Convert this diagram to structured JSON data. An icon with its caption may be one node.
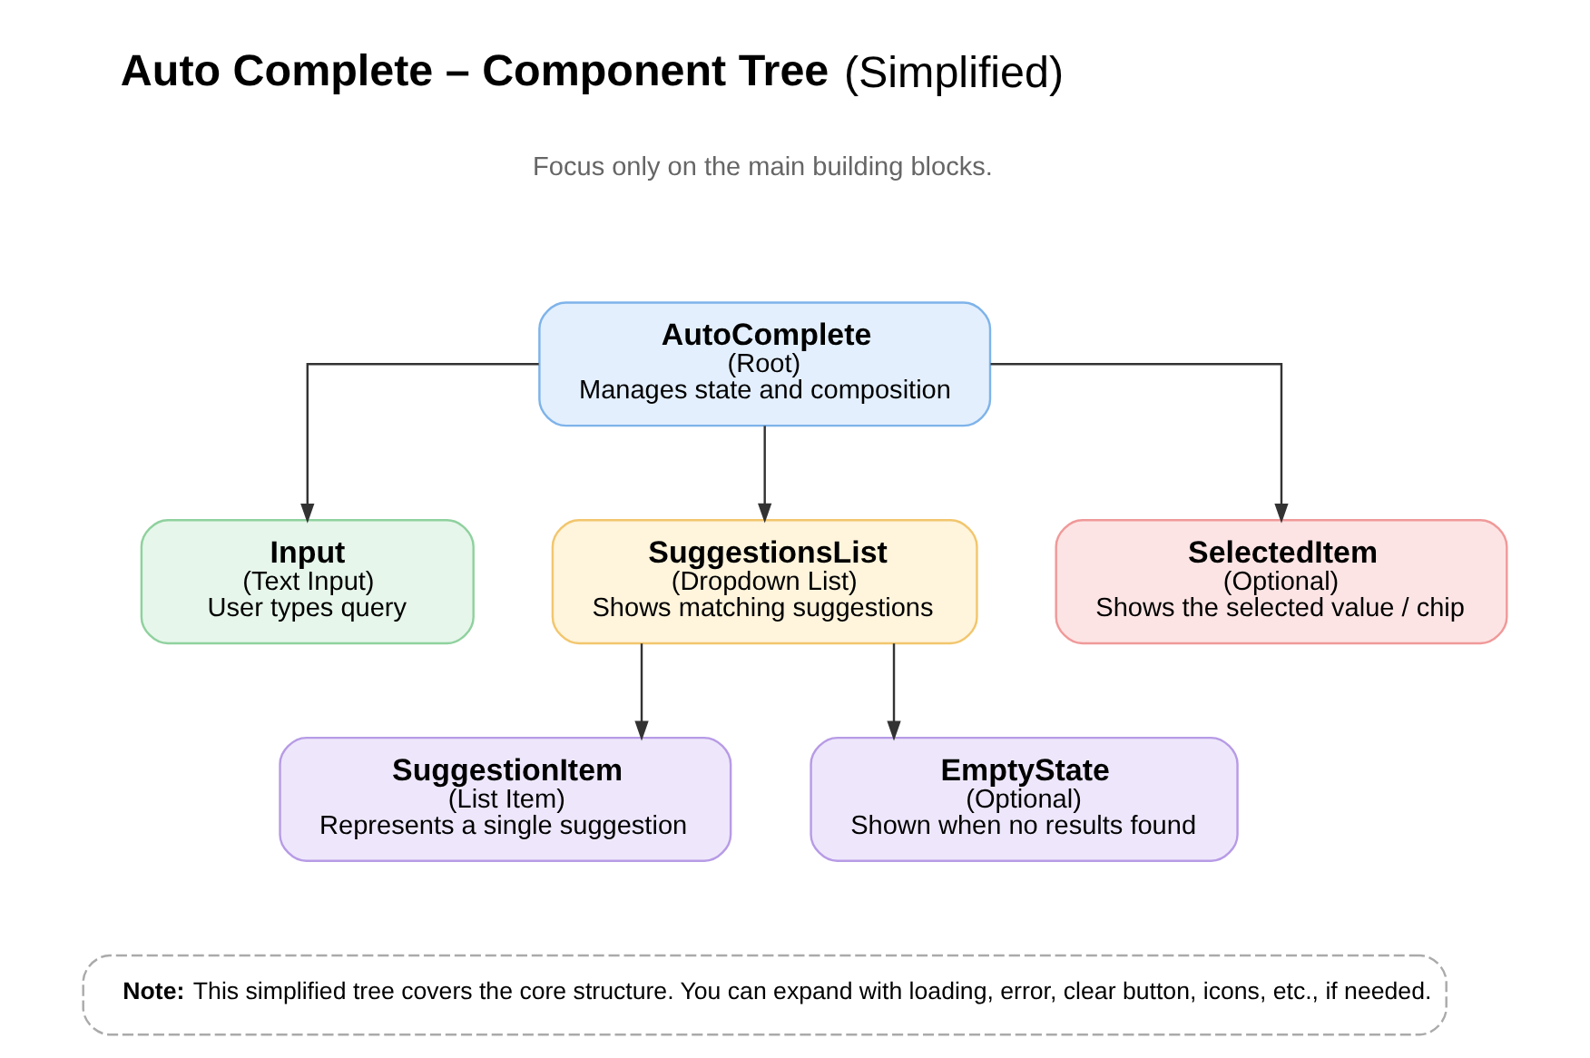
{
  "diagram": {
    "title": "**Auto Complete – Component Tree** (Simplified)",
    "nodes": [
      {
        "text": [
          "AutoComplete",
          "(Root)",
          "Manages state and composition"
        ]
      },
      {
        "text": [
          "Input",
          "(Text Input)",
          "User types query"
        ]
      },
      {
        "text": [
          "SuggestionsList",
          "(Dropdown List)",
          "Shows matching suggestions"
        ]
      },
      {
        "text": [
          "SelectedItem",
          "(Optional)",
          "Shows the selected value / chip"
        ]
      },
      {
        "text": [
          "SuggestionItem",
          "(List Item)",
          "Represents a single suggestion"
        ]
      },
      {
        "text": [
          "EmptyState",
          "(Optional)",
          "Shown when no results found"
        ]
      },
      {
        "text": [
          "**Note:** This simplified tree covers the core structure. You can expand with loading, error, clear button, icons, etc., if needed."
        ]
      }
    ],
    "edges": [
      {
        "from": 0,
        "to": 1,
        "arrow": "to"
      },
      {
        "from": 0,
        "to": 2,
        "arrow": "to"
      },
      {
        "from": 0,
        "to": 3,
        "arrow": "to"
      },
      {
        "from": 2,
        "to": 4,
        "arrow": "to"
      },
      {
        "from": 2,
        "to": 5,
        "arrow": "to"
      }
    ],
    "labels": [
      "Focus only on the main building blocks."
    ]
  }
}
